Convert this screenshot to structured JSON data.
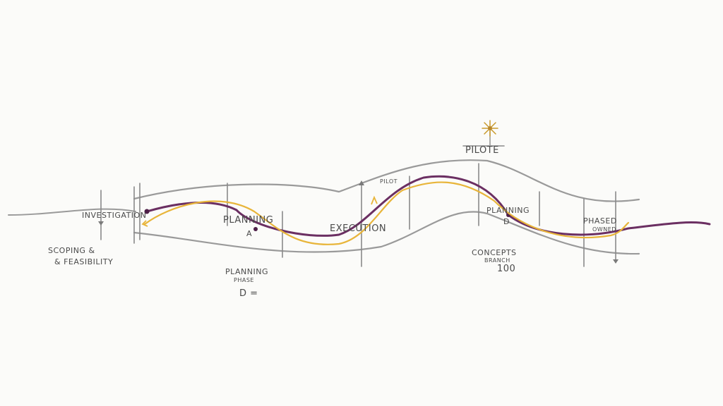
{
  "colors": {
    "paper": "#fbfbf9",
    "pencil": "#9a9a9a",
    "pencil_dark": "#6f6f6f",
    "purple": "#6b2f62",
    "yellow": "#e8b53a",
    "star": "#c99a2a"
  },
  "icons": {
    "pilot_marker": "sun-star-icon"
  },
  "labels": {
    "pilote": "PILOTE",
    "pilot_small": "PILOT",
    "investigation": "INVESTIGATION",
    "planning_stage": "PLANNING",
    "planning_stage_sub": "A",
    "execution": "EXECUTION",
    "planning_right": "PLANNING",
    "planning_right_sub": "D",
    "phased": "PHASED",
    "phased_sub": "OWNED",
    "scoping_line1": "SCOPING &",
    "scoping_line2": "& FEASIBILITY",
    "planning_below": "PLANNING",
    "planning_below_sub": "PHASE",
    "planning_below_mark": "D =",
    "concepts": "CONCEPTS",
    "concepts_sub": "BRANCH",
    "concepts_num": "100"
  }
}
